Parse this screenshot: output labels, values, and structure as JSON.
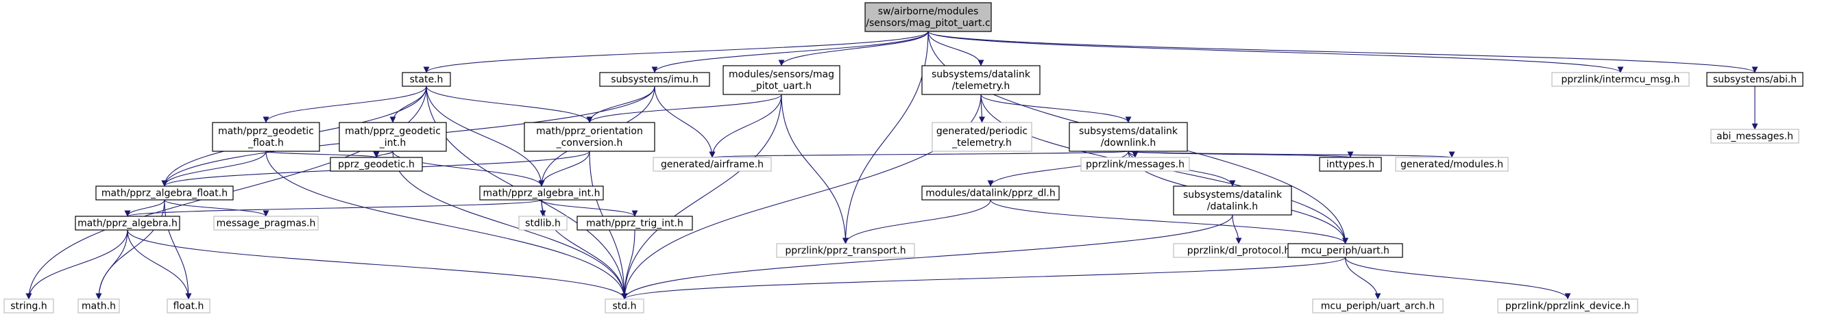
{
  "colors": {
    "root_fill": "#bfbfbf",
    "node_fill": "#ffffff",
    "node_border": "#000000",
    "missing_border": "#bfbfbf",
    "edge": "#191970"
  },
  "nodes": [
    {
      "id": "root",
      "lines": [
        "sw/airborne/modules",
        "/sensors/mag_pitot_uart.c"
      ],
      "style": "root"
    },
    {
      "id": "state",
      "lines": [
        "state.h"
      ],
      "style": "normal"
    },
    {
      "id": "imu",
      "lines": [
        "subsystems/imu.h"
      ],
      "style": "normal"
    },
    {
      "id": "magpitot",
      "lines": [
        "modules/sensors/mag",
        "_pitot_uart.h"
      ],
      "style": "normal"
    },
    {
      "id": "telemetry",
      "lines": [
        "subsystems/datalink",
        "/telemetry.h"
      ],
      "style": "normal"
    },
    {
      "id": "intermcu",
      "lines": [
        "pprzlink/intermcu_msg.h"
      ],
      "style": "missing"
    },
    {
      "id": "abi",
      "lines": [
        "subsystems/abi.h"
      ],
      "style": "normal"
    },
    {
      "id": "abimsg",
      "lines": [
        "abi_messages.h"
      ],
      "style": "missing"
    },
    {
      "id": "periodic",
      "lines": [
        "generated/periodic",
        "_telemetry.h"
      ],
      "style": "missing"
    },
    {
      "id": "downlink",
      "lines": [
        "subsystems/datalink",
        "/downlink.h"
      ],
      "style": "normal"
    },
    {
      "id": "geodfloat",
      "lines": [
        "math/pprz_geodetic",
        "_float.h"
      ],
      "style": "normal"
    },
    {
      "id": "geodint",
      "lines": [
        "math/pprz_geodetic",
        "_int.h"
      ],
      "style": "normal"
    },
    {
      "id": "orient",
      "lines": [
        "math/pprz_orientation",
        "_conversion.h"
      ],
      "style": "normal"
    },
    {
      "id": "geodetic",
      "lines": [
        "pprz_geodetic.h"
      ],
      "style": "normal"
    },
    {
      "id": "airframe",
      "lines": [
        "generated/airframe.h"
      ],
      "style": "missing"
    },
    {
      "id": "pprzmsgs",
      "lines": [
        "pprzlink/messages.h"
      ],
      "style": "missing"
    },
    {
      "id": "inttypes",
      "lines": [
        "inttypes.h"
      ],
      "style": "normal"
    },
    {
      "id": "modules",
      "lines": [
        "generated/modules.h"
      ],
      "style": "missing"
    },
    {
      "id": "algfloat",
      "lines": [
        "math/pprz_algebra_float.h"
      ],
      "style": "normal"
    },
    {
      "id": "algint",
      "lines": [
        "math/pprz_algebra_int.h"
      ],
      "style": "normal"
    },
    {
      "id": "pprzdl",
      "lines": [
        "modules/datalink/pprz_dl.h"
      ],
      "style": "normal"
    },
    {
      "id": "datalink",
      "lines": [
        "subsystems/datalink",
        "/datalink.h"
      ],
      "style": "normal"
    },
    {
      "id": "pragmas",
      "lines": [
        "message_pragmas.h"
      ],
      "style": "missing"
    },
    {
      "id": "stdlib",
      "lines": [
        "stdlib.h"
      ],
      "style": "missing"
    },
    {
      "id": "algebra",
      "lines": [
        "math/pprz_algebra.h"
      ],
      "style": "normal"
    },
    {
      "id": "trigint",
      "lines": [
        "math/pprz_trig_int.h"
      ],
      "style": "normal"
    },
    {
      "id": "transport",
      "lines": [
        "pprzlink/pprz_transport.h"
      ],
      "style": "missing"
    },
    {
      "id": "dlproto",
      "lines": [
        "pprzlink/dl_protocol.h"
      ],
      "style": "missing"
    },
    {
      "id": "uart",
      "lines": [
        "mcu_periph/uart.h"
      ],
      "style": "normal"
    },
    {
      "id": "string",
      "lines": [
        "string.h"
      ],
      "style": "missing"
    },
    {
      "id": "math",
      "lines": [
        "math.h"
      ],
      "style": "missing"
    },
    {
      "id": "float",
      "lines": [
        "float.h"
      ],
      "style": "missing"
    },
    {
      "id": "std",
      "lines": [
        "std.h"
      ],
      "style": "missing"
    },
    {
      "id": "uartarch",
      "lines": [
        "mcu_periph/uart_arch.h"
      ],
      "style": "missing"
    },
    {
      "id": "pprzdev",
      "lines": [
        "pprzlink/pprzlink_device.h"
      ],
      "style": "missing"
    }
  ],
  "edges": [
    [
      "root",
      "state"
    ],
    [
      "root",
      "imu"
    ],
    [
      "root",
      "magpitot"
    ],
    [
      "root",
      "telemetry"
    ],
    [
      "root",
      "intermcu"
    ],
    [
      "root",
      "abi"
    ],
    [
      "root",
      "transport"
    ],
    [
      "root",
      "uart"
    ],
    [
      "abi",
      "abimsg"
    ],
    [
      "state",
      "string"
    ],
    [
      "state",
      "algfloat"
    ],
    [
      "state",
      "geodfloat"
    ],
    [
      "state",
      "geodint"
    ],
    [
      "state",
      "orient"
    ],
    [
      "state",
      "algint"
    ],
    [
      "state",
      "std"
    ],
    [
      "imu",
      "algfloat"
    ],
    [
      "imu",
      "orient"
    ],
    [
      "imu",
      "algint"
    ],
    [
      "imu",
      "airframe"
    ],
    [
      "magpitot",
      "orient"
    ],
    [
      "magpitot",
      "airframe"
    ],
    [
      "magpitot",
      "transport"
    ],
    [
      "magpitot",
      "std"
    ],
    [
      "telemetry",
      "periodic"
    ],
    [
      "telemetry",
      "downlink"
    ],
    [
      "telemetry",
      "uart"
    ],
    [
      "telemetry",
      "std"
    ],
    [
      "downlink",
      "airframe"
    ],
    [
      "downlink",
      "pprzmsgs"
    ],
    [
      "downlink",
      "pprzdl"
    ],
    [
      "downlink",
      "datalink"
    ],
    [
      "downlink",
      "inttypes"
    ],
    [
      "downlink",
      "modules"
    ],
    [
      "downlink",
      "uart"
    ],
    [
      "geodfloat",
      "algfloat"
    ],
    [
      "geodfloat",
      "geodetic"
    ],
    [
      "geodfloat",
      "std"
    ],
    [
      "geodint",
      "geodetic"
    ],
    [
      "geodint",
      "algint"
    ],
    [
      "geodint",
      "std"
    ],
    [
      "orient",
      "algfloat"
    ],
    [
      "orient",
      "algint"
    ],
    [
      "orient",
      "std"
    ],
    [
      "algfloat",
      "algebra"
    ],
    [
      "algfloat",
      "pragmas"
    ],
    [
      "algfloat",
      "math"
    ],
    [
      "algfloat",
      "float"
    ],
    [
      "algint",
      "algebra"
    ],
    [
      "algint",
      "stdlib"
    ],
    [
      "algint",
      "trigint"
    ],
    [
      "algint",
      "std"
    ],
    [
      "algebra",
      "string"
    ],
    [
      "algebra",
      "math"
    ],
    [
      "algebra",
      "float"
    ],
    [
      "algebra",
      "std"
    ],
    [
      "trigint",
      "std"
    ],
    [
      "pprzdl",
      "transport"
    ],
    [
      "pprzdl",
      "uart"
    ],
    [
      "datalink",
      "dlproto"
    ],
    [
      "datalink",
      "std"
    ],
    [
      "uart",
      "std"
    ],
    [
      "uart",
      "uartarch"
    ],
    [
      "uart",
      "pprzdev"
    ]
  ]
}
